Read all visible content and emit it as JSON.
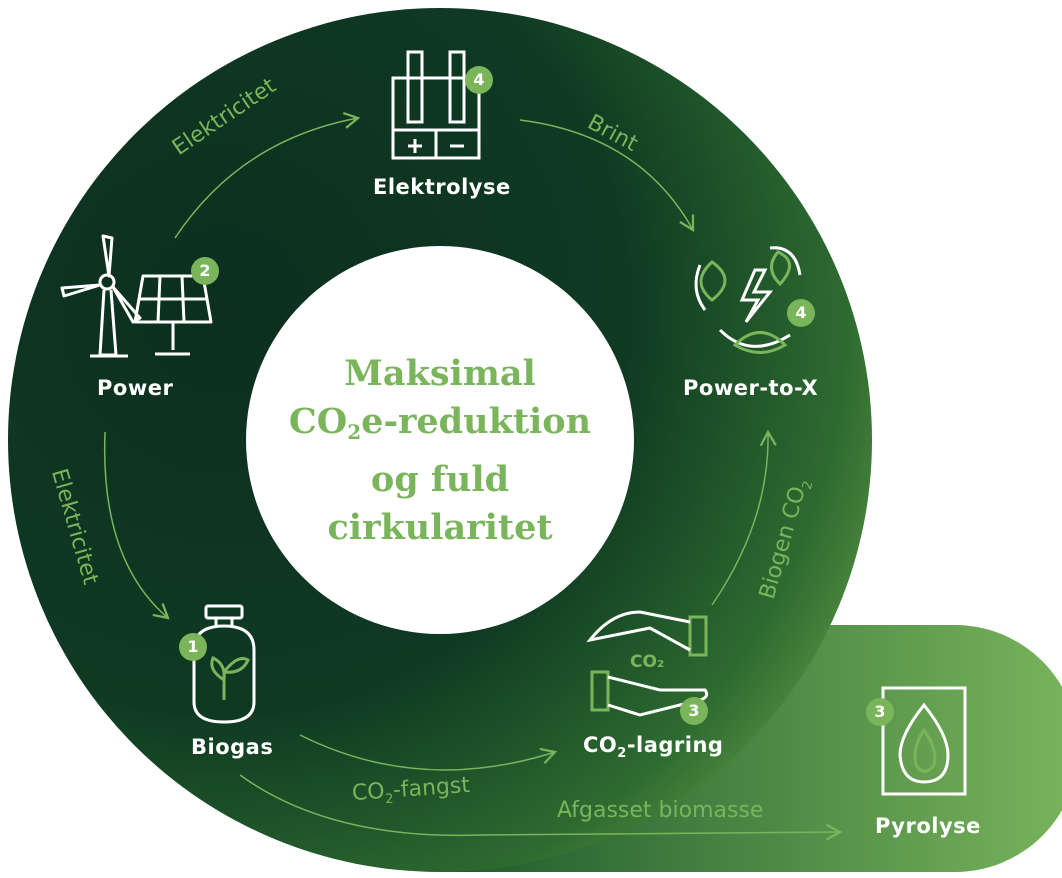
{
  "center_title": {
    "line1": "Maksimal",
    "line2_pre": "CO",
    "line2_sub": "2",
    "line2_post": "e-reduktion",
    "line3": "og fuld",
    "line4": "cirkularitet"
  },
  "nodes": {
    "elektrolyse": {
      "label": "Elektrolyse",
      "badge": "4"
    },
    "power": {
      "label": "Power",
      "badge": "2"
    },
    "power_to_x": {
      "label": "Power-to-X",
      "badge": "4"
    },
    "biogas": {
      "label": "Biogas",
      "badge": "1"
    },
    "co2_lagring": {
      "label_pre": "CO",
      "label_sub": "2",
      "label_post": "-lagring",
      "badge": "3",
      "icon_text": "CO₂"
    },
    "pyrolyse": {
      "label": "Pyrolyse",
      "badge": "3"
    }
  },
  "flows": {
    "power_to_elektrolyse": "Elektricitet",
    "elektrolyse_to_ptx": "Brint",
    "power_to_biogas": "Elektricitet",
    "lagring_to_ptx_pre": "Biogen CO",
    "lagring_to_ptx_sub": "2",
    "biogas_to_lagring_pre": "CO",
    "biogas_to_lagring_sub": "2",
    "biogas_to_lagring_post": "-fangst",
    "biogas_to_pyrolyse": "Afgasset biomasse"
  },
  "colors": {
    "dark_green": "#0b2a1c",
    "mid_green": "#174f2b",
    "accent_green": "#7ab55c",
    "light_green": "#8cc063"
  }
}
